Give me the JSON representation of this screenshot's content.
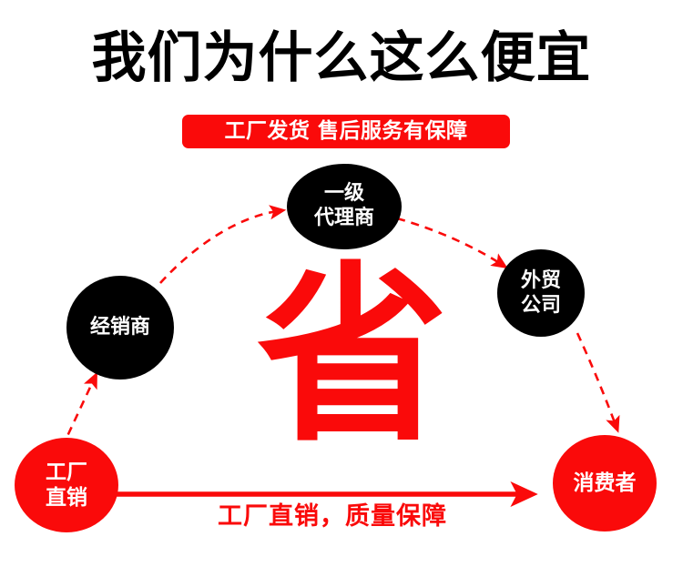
{
  "headline": "我们为什么这么便宜",
  "badge": {
    "text": "工厂发货 售后服务有保障"
  },
  "center_glyph": {
    "text": "省",
    "meaning": "save"
  },
  "nodes": {
    "dealer": {
      "label": "经销商"
    },
    "agent": {
      "label": "一级\n代理商"
    },
    "trade": {
      "label": "外贸\n公司"
    },
    "factory": {
      "label": "工厂\n直销"
    },
    "consumer": {
      "label": "消费者"
    }
  },
  "bottom_caption": "工厂直销，质量保障",
  "colors": {
    "accent_red": "#fa0a0a",
    "node_dark": "#000000",
    "text_light": "#ffffff",
    "background": "#ffffff",
    "headline": "#000000"
  },
  "flow": {
    "traditional_chain": [
      "工厂直销",
      "经销商",
      "一级代理商",
      "外贸公司",
      "消费者"
    ],
    "direct_chain": [
      "工厂直销",
      "消费者"
    ],
    "traditional_style": "dashed",
    "direct_style": "solid"
  }
}
